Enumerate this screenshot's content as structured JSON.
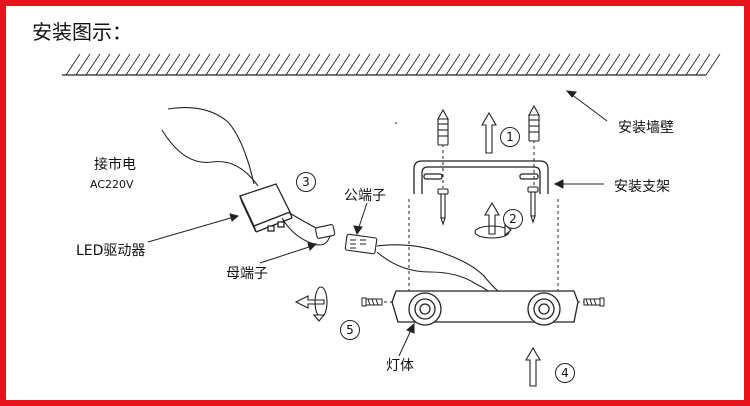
{
  "title": "安装图示：",
  "labels": {
    "wall": "安装墙壁",
    "bracket": "安装支架",
    "mains": "接市电",
    "voltage": "AC220V",
    "driver": "LED驱动器",
    "female_terminal": "母端子",
    "male_terminal": "公端子",
    "lamp_body": "灯体"
  },
  "steps": [
    "1",
    "2",
    "3",
    "4",
    "5"
  ],
  "colors": {
    "frame_border": "#e8141b",
    "line": "#222222",
    "background": "#ffffff"
  }
}
